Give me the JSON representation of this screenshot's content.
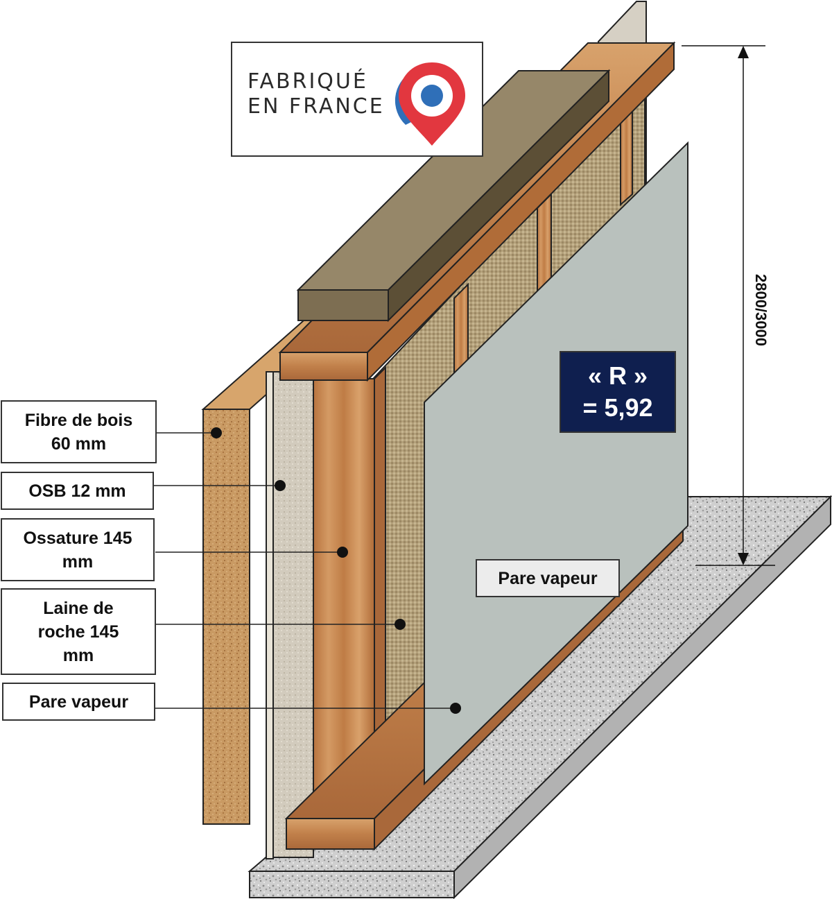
{
  "logo": {
    "line1": "FABRIQUÉ",
    "line2": "EN FRANCE",
    "colors": {
      "blue": "#2f6fb8",
      "red": "#e2373f",
      "text": "#2a2a2a"
    }
  },
  "badge": {
    "line1": "« R »",
    "line2": "= 5,92",
    "background": "#0f1f4f"
  },
  "dimension": {
    "height_label": "2800/3000"
  },
  "labels": {
    "fibre_de_bois": [
      "Fibre de bois",
      "60 mm"
    ],
    "osb": [
      "OSB 12 mm"
    ],
    "ossature": [
      "Ossature 145",
      "mm"
    ],
    "laine_de_roche": [
      "Laine de",
      "roche 145",
      "mm"
    ],
    "pare_vapeur_left": [
      "Pare vapeur"
    ],
    "pare_vapeur_right": [
      "Pare vapeur"
    ]
  },
  "colors": {
    "wood_fibre": "#c99a63",
    "osb": "#d4cdbf",
    "timber": "#c9874f",
    "rock_wool": "#b19d76",
    "vapour_barrier": "#b9c1bd",
    "concrete": "#c9c9c9",
    "top_beam": "#8f8064"
  }
}
